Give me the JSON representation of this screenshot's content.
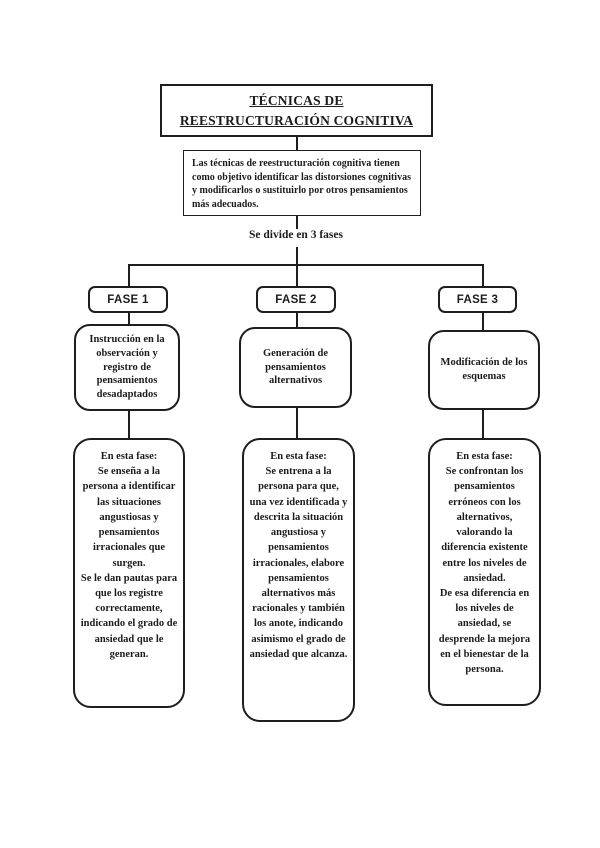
{
  "page": {
    "title": "TÉCNICAS DE REESTRUCTURACIÓN COGNITIVA",
    "intro": "Las técnicas de reestructuración cognitiva tienen como objetivo identificar las distorsiones cognitivas y modificarlos o sustituirlo por otros pensamientos más adecuados.",
    "divider_label": "Se divide en 3 fases"
  },
  "phases": [
    {
      "label": "FASE 1",
      "summary": "Instrucción en la observación y registro de pensamientos desadaptados",
      "detail_heading": "En esta fase:",
      "detail_body": "Se enseña a la persona a identificar las situaciones angustiosas y pensamientos irracionales que surgen.\nSe le dan pautas para que los registre correctamente, indicando el grado de ansiedad que le generan."
    },
    {
      "label": "FASE 2",
      "summary": "Generación de pensamientos alternativos",
      "detail_heading": "En esta fase:",
      "detail_body": "Se entrena a la persona para que, una vez identificada y descrita la situación angustiosa y pensamientos irracionales, elabore pensamientos alternativos más racionales y también los anote, indicando asimismo el grado de ansiedad que alcanza."
    },
    {
      "label": "FASE 3",
      "summary": "Modificación de los esquemas",
      "detail_heading": "En esta fase:",
      "detail_body": "Se confrontan los pensamientos erróneos con los alternativos, valorando la diferencia existente entre los niveles de ansiedad.\nDe esa diferencia en los niveles de ansiedad, se desprende la mejora en el bienestar de la persona."
    }
  ],
  "colors": {
    "ink": "#1e1e1e",
    "background": "#ffffff"
  }
}
